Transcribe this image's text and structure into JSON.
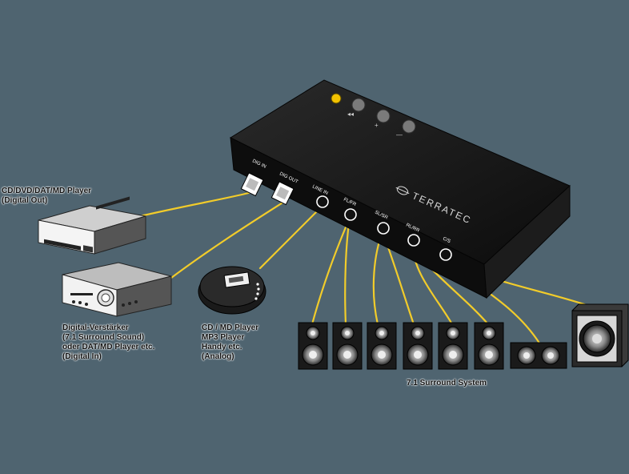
{
  "device": {
    "brand": "TERRATEC",
    "ports": {
      "dig_in": "DIG IN",
      "dig_out": "DIG OUT",
      "line_in": "LINE IN",
      "fl_fr": "FL/FR",
      "sl_sr": "SL/SR",
      "rl_rr": "RL/RR",
      "c_s": "C/S"
    }
  },
  "labels": {
    "cd_player": [
      "CD/DVD/DAT/MD Player",
      "(Digital Out)"
    ],
    "amplifier": [
      "Digital-Verstärker",
      "(7.1 Surround Sound)",
      "oder DAT/MD Player etc.",
      "(Digital In)"
    ],
    "portable": [
      "CD / MD Player",
      "MP3 Player",
      "Handy etc.",
      "(Analog)"
    ],
    "surround": "7.1 Surround System"
  },
  "colors": {
    "background": "#4f6470",
    "cable": "#f2cc2a",
    "device": "#141414",
    "led": "#f2c200"
  }
}
